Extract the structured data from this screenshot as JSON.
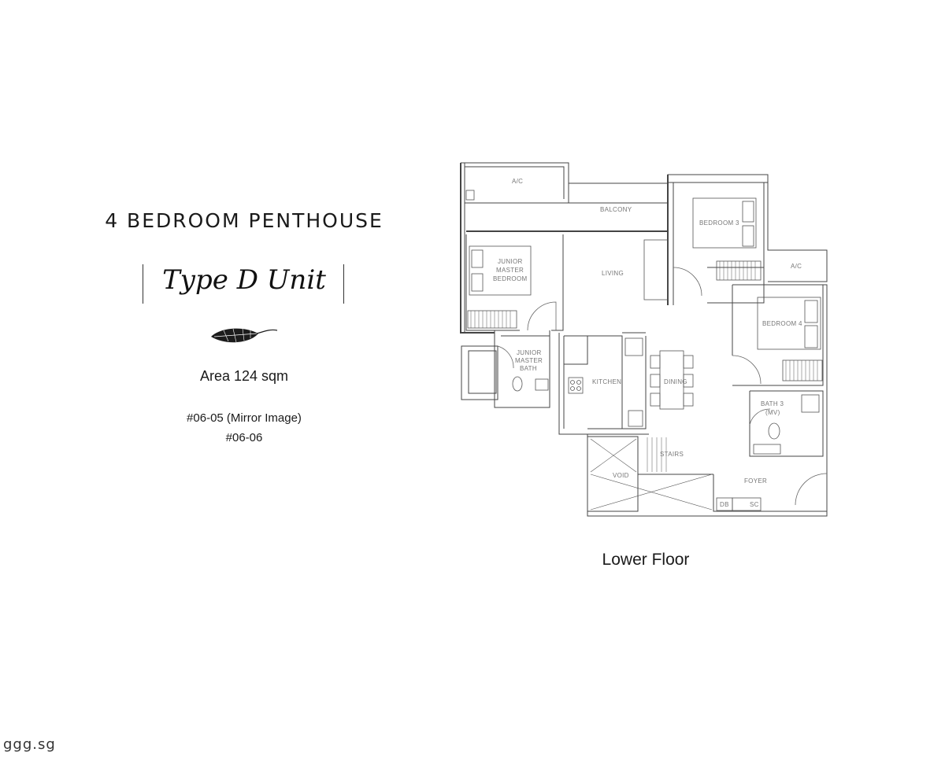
{
  "heading": {
    "title": "4 BEDROOM PENTHOUSE",
    "unit_type": "Type D Unit"
  },
  "details": {
    "area": "Area 124 sqm",
    "units": [
      "#06-05 (Mirror Image)",
      "#06-06"
    ]
  },
  "plan": {
    "caption": "Lower Floor",
    "labels": {
      "ac_top": "A/C",
      "balcony": "BALCONY",
      "bedroom3": "BEDROOM 3",
      "ac_right": "A/C",
      "junior_master_bedroom": [
        "JUNIOR",
        "MASTER",
        "BEDROOM"
      ],
      "living": "LIVING",
      "bedroom4": "BEDROOM 4",
      "junior_master_bath": [
        "JUNIOR",
        "MASTER",
        "BATH"
      ],
      "kitchen": "KITCHEN",
      "dining": "DINING",
      "bath3": [
        "BATH 3",
        "(MV)"
      ],
      "stairs": "STAIRS",
      "void": "VOID",
      "foyer": "FOYER",
      "db": "DB",
      "sc": "SC"
    }
  },
  "watermark": "ggg.sg"
}
